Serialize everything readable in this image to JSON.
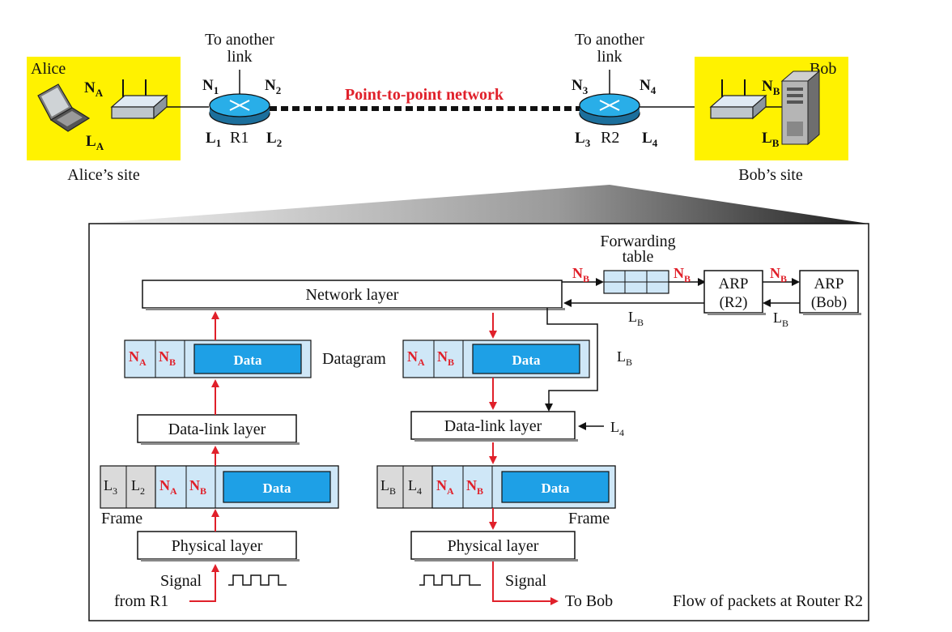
{
  "top": {
    "alice_label": "Alice",
    "alice_site": "Alice’s site",
    "bob_label": "Bob",
    "bob_site": "Bob’s site",
    "to_another_1": "To another",
    "link_1": "link",
    "to_another_2": "To another",
    "link_2": "link",
    "network_title": "Point-to-point network",
    "na": {
      "main": "N",
      "sub": "A"
    },
    "la": {
      "main": "L",
      "sub": "A"
    },
    "n1": {
      "main": "N",
      "sub": "1"
    },
    "n2": {
      "main": "N",
      "sub": "2"
    },
    "l1": {
      "main": "L",
      "sub": "1"
    },
    "l2": {
      "main": "L",
      "sub": "2"
    },
    "r1": "R1",
    "n3": {
      "main": "N",
      "sub": "3"
    },
    "n4": {
      "main": "N",
      "sub": "4"
    },
    "l3": {
      "main": "L",
      "sub": "3"
    },
    "l4": {
      "main": "L",
      "sub": "4"
    },
    "r2": "R2",
    "nb": {
      "main": "N",
      "sub": "B"
    },
    "lb": {
      "main": "L",
      "sub": "B"
    }
  },
  "bottom": {
    "forwarding_line1": "Forwarding",
    "forwarding_line2": "table",
    "network_layer": "Network layer",
    "arp_r2_1": "ARP",
    "arp_r2_2": "(R2)",
    "arp_bob_1": "ARP",
    "arp_bob_2": "(Bob)",
    "datagram": "Datagram",
    "data": "Data",
    "dll_left": "Data-link layer",
    "dll_right": "Data-link layer",
    "phys_left": "Physical layer",
    "phys_right": "Physical layer",
    "frame_left": "Frame",
    "frame_right": "Frame",
    "signal_left": "Signal",
    "from_r1": "from R1",
    "signal_right": "Signal",
    "to_bob": "To Bob",
    "caption": "Flow of packets at Router R2",
    "na": {
      "main": "N",
      "sub": "A"
    },
    "nb": {
      "main": "N",
      "sub": "B"
    },
    "lb": {
      "main": "L",
      "sub": "B"
    },
    "l2": {
      "main": "L",
      "sub": "2"
    },
    "l3": {
      "main": "L",
      "sub": "3"
    },
    "l4": {
      "main": "L",
      "sub": "4"
    }
  },
  "colors": {
    "highlight": "#fff200",
    "red": "#e0202a",
    "data_box": "#1ea0e6",
    "header_cell": "#cfe7f7",
    "router": "#29aee8"
  }
}
